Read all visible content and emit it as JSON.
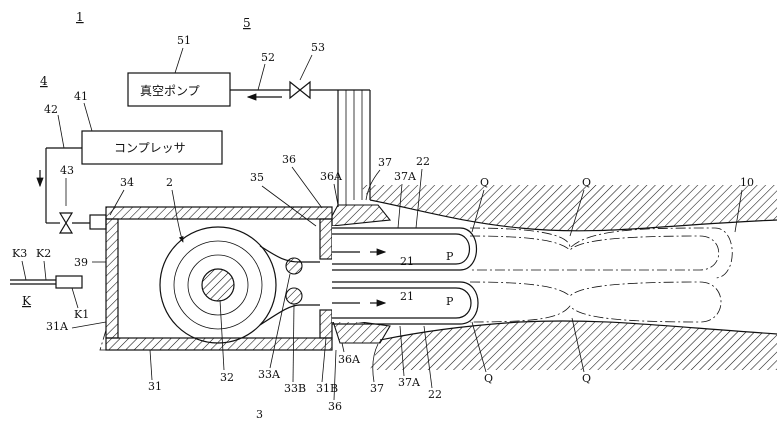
{
  "figure": {
    "figure_number": "1",
    "assembly_number": "3",
    "pump_group": "5",
    "compressor_group": "4",
    "vacuum_pump_label": "真空ポンプ",
    "compressor_label": "コンプレッサ",
    "labels": {
      "n51": "51",
      "n52": "52",
      "n53": "53",
      "n41": "41",
      "n42": "42",
      "n43": "43",
      "n34": "34",
      "n2": "2",
      "n35": "35",
      "n36_top": "36",
      "n36A_top": "36A",
      "n37_top": "37",
      "n37A_top": "37A",
      "n22_top": "22",
      "nQ1": "Q",
      "nQ2": "Q",
      "n10": "10",
      "n21_top": "21",
      "n21_bot": "21",
      "nP_top": "P",
      "nP_bot": "P",
      "nK3": "K3",
      "nK2": "K2",
      "nK": "K",
      "nK1": "K1",
      "n39": "39",
      "n31A": "31A",
      "n31": "31",
      "n32": "32",
      "n33A": "33A",
      "n33B": "33B",
      "n31B": "31B",
      "n36A_bot": "36A",
      "n36_bot": "36",
      "n37_bot": "37",
      "n37A_bot": "37A",
      "n22_bot": "22",
      "nQ3": "Q",
      "nQ4": "Q"
    }
  }
}
